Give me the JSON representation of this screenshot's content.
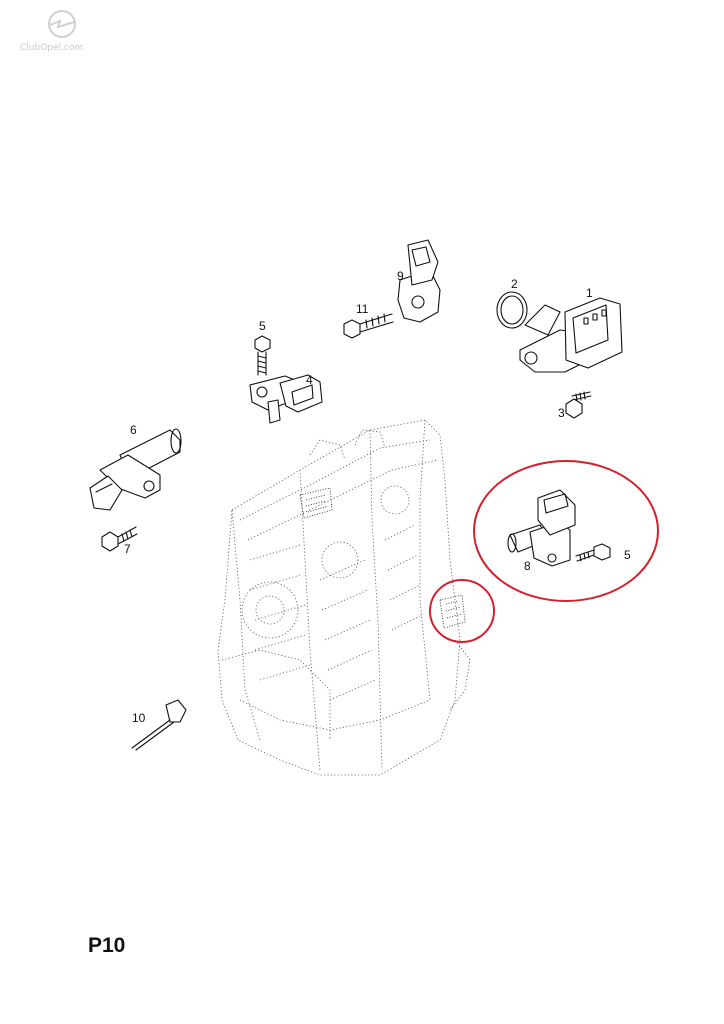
{
  "watermark": {
    "text": "ClubOpel.com"
  },
  "page_code": "P10",
  "callouts": {
    "c1": "1",
    "c2": "2",
    "c3": "3",
    "c4": "4",
    "c5a": "5",
    "c5b": "5",
    "c6": "6",
    "c7": "7",
    "c8": "8",
    "c9": "9",
    "c10": "10",
    "c11": "11"
  },
  "colors": {
    "line": "#111111",
    "highlight": "#d4202c",
    "watermark": "#c9c9c9"
  }
}
